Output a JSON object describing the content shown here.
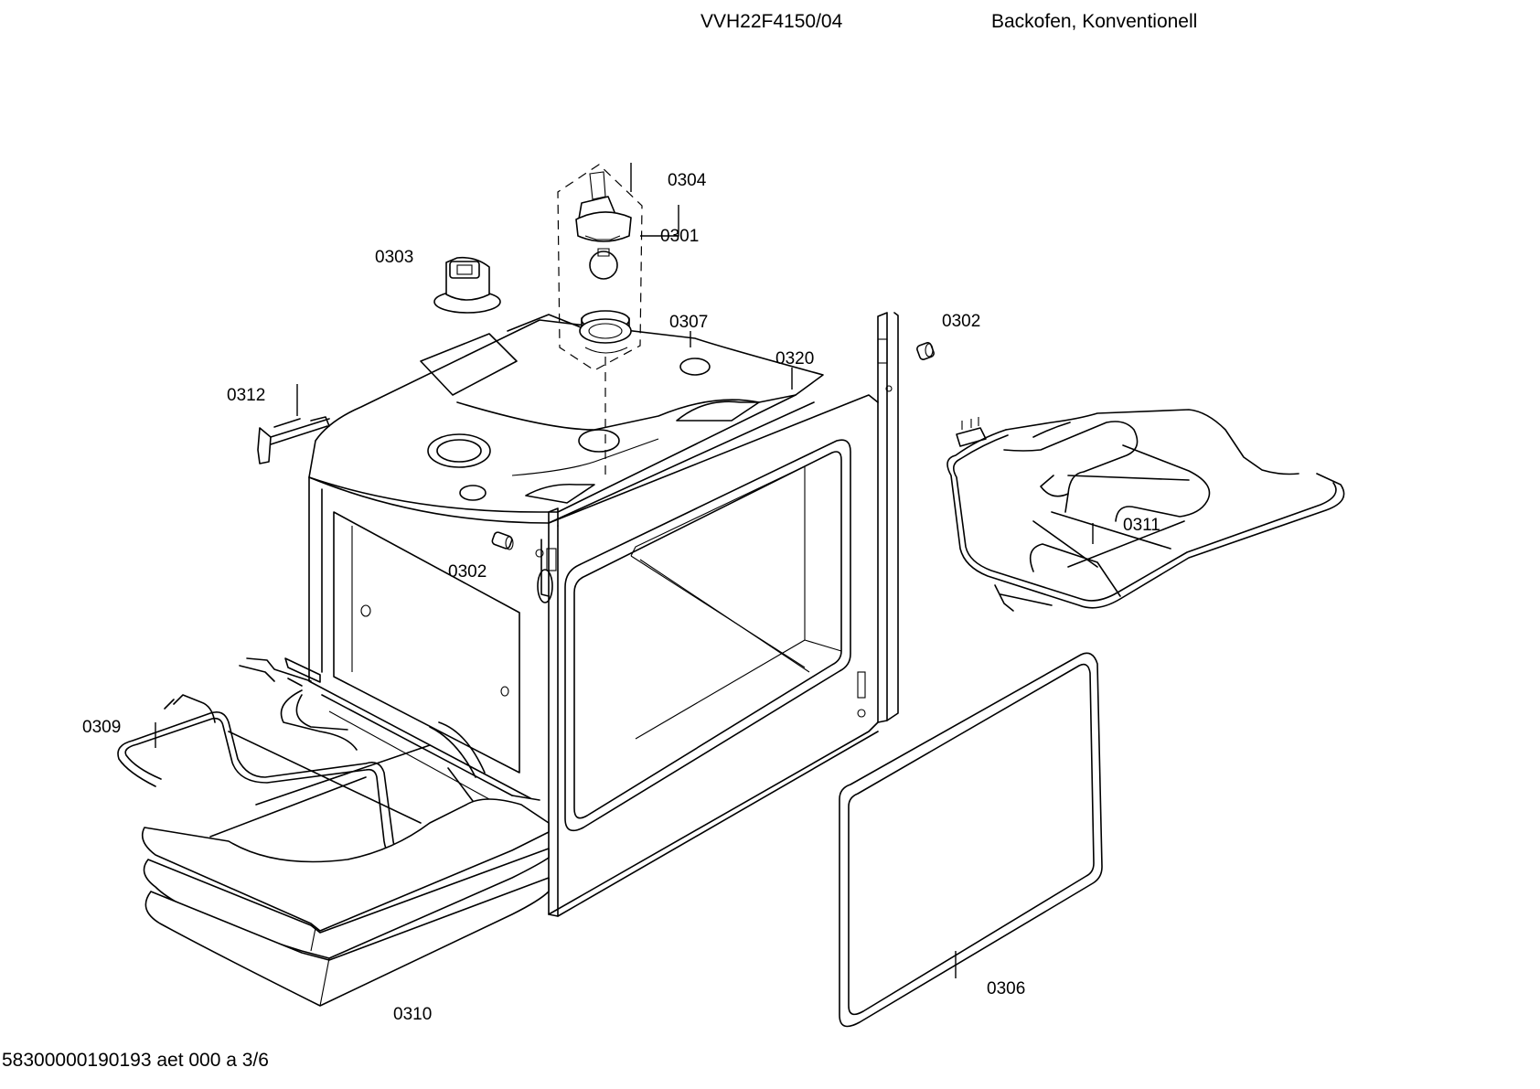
{
  "header": {
    "model": "VVH22F4150/04",
    "description": "Backofen, Konventionell"
  },
  "footer": {
    "document_code": "58300000190193 aet 000 a 3/6"
  },
  "parts": {
    "p0301": "0301",
    "p0302a": "0302",
    "p0302b": "0302",
    "p0303": "0303",
    "p0304": "0304",
    "p0306": "0306",
    "p0307": "0307",
    "p0309": "0309",
    "p0310": "0310",
    "p0311": "0311",
    "p0312": "0312",
    "p0320": "0320"
  }
}
